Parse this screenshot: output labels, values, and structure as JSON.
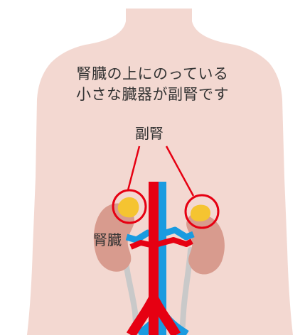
{
  "caption": {
    "line1": "腎臓の上にのっている",
    "line2": "小さな臓器が副腎です"
  },
  "labels": {
    "adrenal": "副腎",
    "kidney": "腎臓"
  },
  "colors": {
    "skin": "#f3d8d1",
    "kidney": "#d89b8e",
    "adrenal": "#f5c431",
    "artery": "#e60012",
    "vein": "#1a9be0",
    "ureter": "#c9c9c9",
    "pointer": "#e60012"
  }
}
